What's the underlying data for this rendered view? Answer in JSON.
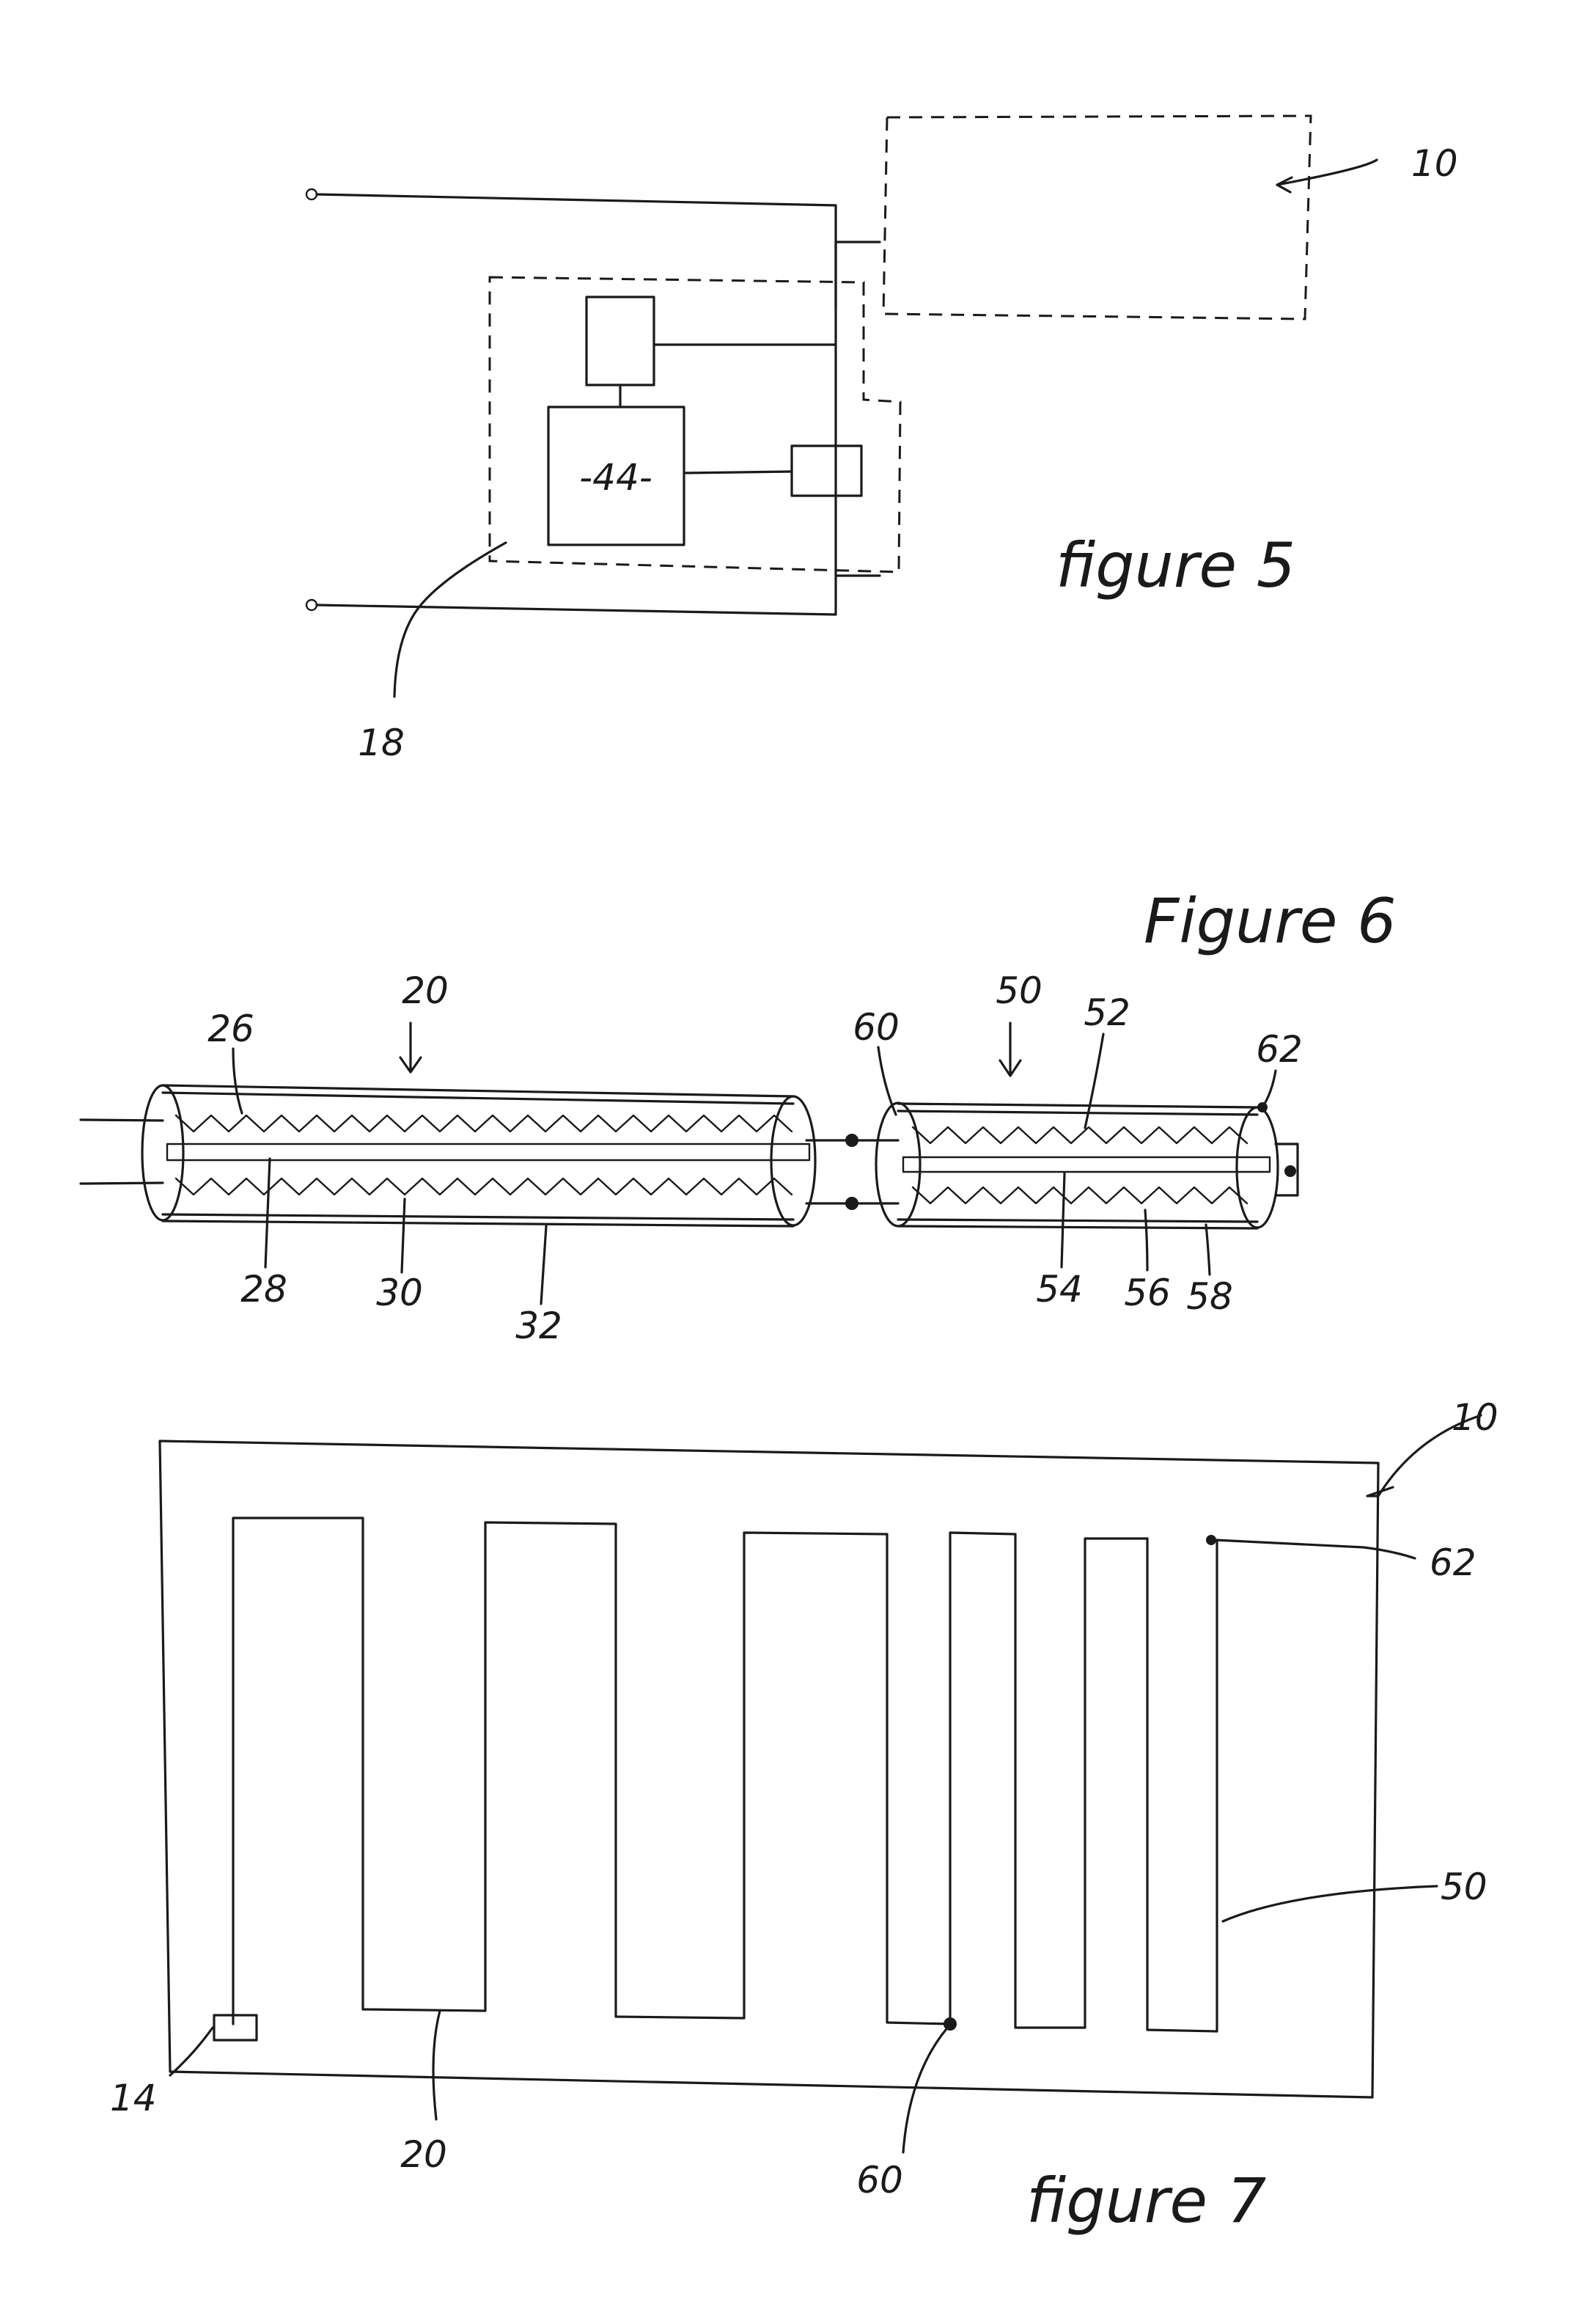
{
  "figure5": {
    "caption": "figure 5",
    "refs": {
      "device": "10",
      "controller": "18",
      "unit": "-44-"
    }
  },
  "figure6": {
    "caption": "Figure 6",
    "refs": {
      "cable1": "20",
      "c1_26": "26",
      "c1_28": "28",
      "c1_30": "30",
      "c1_32": "32",
      "cable2": "50",
      "c2_52": "52",
      "c2_54": "54",
      "c2_56": "56",
      "c2_58": "58",
      "joint": "60",
      "end": "62"
    }
  },
  "figure7": {
    "caption": "figure 7",
    "refs": {
      "panel": "10",
      "end": "62",
      "cable2": "50",
      "sensor": "14",
      "cable1": "20",
      "joint": "60"
    }
  }
}
